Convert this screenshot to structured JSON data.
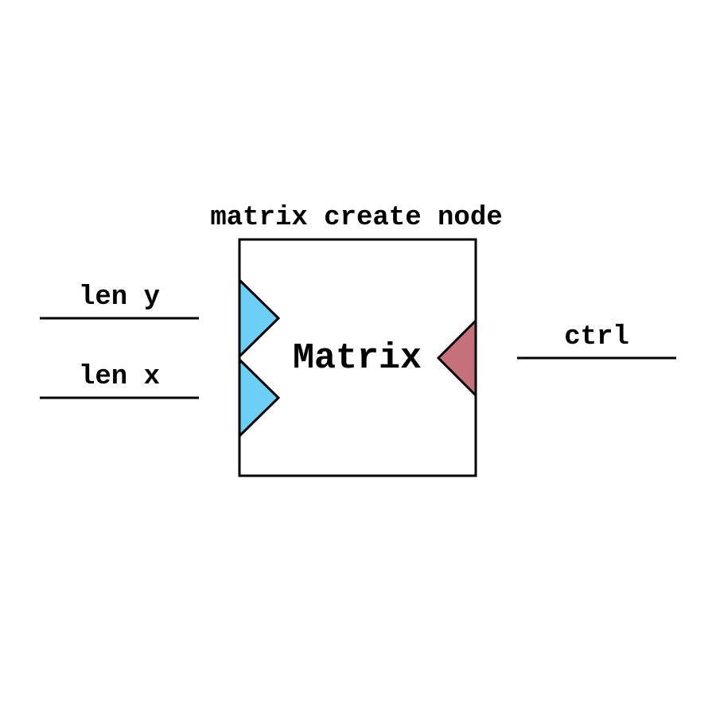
{
  "node": {
    "title": "matrix create node",
    "label": "Matrix"
  },
  "inputs": [
    {
      "label": "len y"
    },
    {
      "label": "len x"
    }
  ],
  "outputs": [
    {
      "label": "ctrl"
    }
  ],
  "colors": {
    "input_port": "#6ccff6",
    "output_port": "#c5707a",
    "stroke": "#000000",
    "background": "#ffffff"
  }
}
